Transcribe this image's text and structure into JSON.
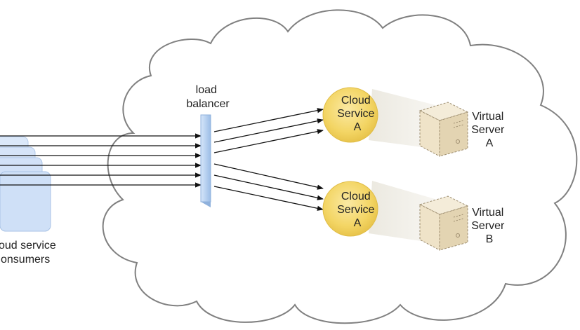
{
  "labels": {
    "load_balancer": [
      "load",
      "balancer"
    ],
    "consumers": [
      "oud service",
      "onsumers"
    ],
    "service_a_top": [
      "Cloud",
      "Service",
      "A"
    ],
    "service_a_bottom": [
      "Cloud",
      "Service",
      "A"
    ],
    "server_a": [
      "Virtual",
      "Server",
      "A"
    ],
    "server_b": [
      "Virtual",
      "Server",
      "B"
    ]
  },
  "colors": {
    "cloud_stroke": "#808080",
    "arrow": "#111111",
    "consumer_fill": "#cfe0f7",
    "balancer_fill": "#b9d3f2",
    "service_fill": "#f3d564",
    "server_fill": "#efe3c8"
  },
  "icons": {
    "consumers": "client-stack-icon",
    "balancer": "load-balancer-icon",
    "service": "cloud-service-icon",
    "server": "virtual-server-icon"
  }
}
